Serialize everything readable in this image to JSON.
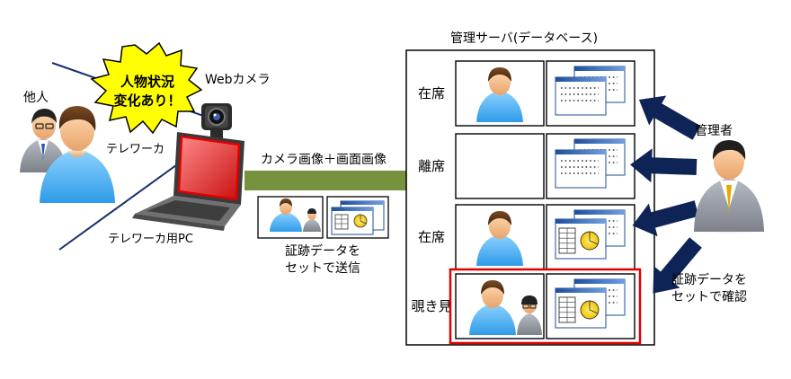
{
  "labels": {
    "alert_line1": "人物状況",
    "alert_line2": "変化あり！",
    "other_person": "他人",
    "webcam": "Webカメラ",
    "teleworker": "テレワーカ",
    "teleworker_pc": "テレワーカ用PC",
    "transfer": "カメラ画像＋画面画像",
    "evidence_send_line1": "証跡データを",
    "evidence_send_line2": "セットで送信",
    "server_title": "管理サーバ(データベース)",
    "admin": "管理者",
    "evidence_check_line1": "証跡データを",
    "evidence_check_line2": "セットで確認"
  },
  "server_rows": [
    {
      "status": "在席",
      "person": true,
      "intruder": false,
      "chart": false,
      "highlight": false
    },
    {
      "status": "離席",
      "person": false,
      "intruder": false,
      "chart": false,
      "highlight": false
    },
    {
      "status": "在席",
      "person": true,
      "intruder": false,
      "chart": true,
      "highlight": false
    },
    {
      "status": "覗き見",
      "person": true,
      "intruder": true,
      "chart": true,
      "highlight": true
    }
  ],
  "colors": {
    "arrow_green": "#76923c",
    "arrow_navy": "#0f2456",
    "highlight_red": "#e00000",
    "screen_blue": "#1f4e9a"
  }
}
